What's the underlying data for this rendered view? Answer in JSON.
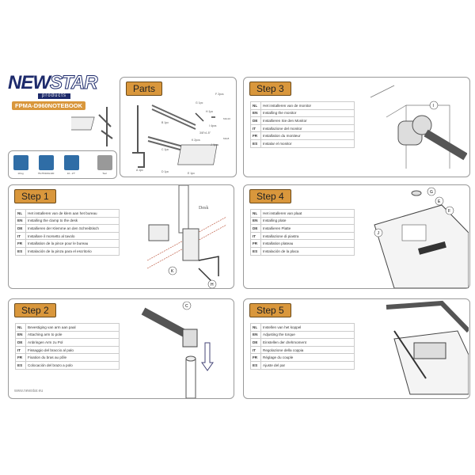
{
  "brand": {
    "name_part1": "NEW",
    "name_part2": "STAR",
    "sub": "products",
    "model": "FPMA-D960NOTEBOOK"
  },
  "specs": [
    {
      "icon": "weight-icon",
      "label": "10 kg"
    },
    {
      "icon": "vesa-icon",
      "label": "75x75/100x100"
    },
    {
      "icon": "screen-size-icon",
      "label": "10 - 27\""
    },
    {
      "icon": "screwdriver-icon",
      "label": "Tool"
    }
  ],
  "parts": {
    "title": "Parts",
    "labels": [
      "A 1pc",
      "B 1pc",
      "C 1pc",
      "D 1pc",
      "E 1pc",
      "F 2pcs",
      "G 1pc",
      "H 1pc",
      "I 4pcs",
      "J 4pcs",
      "K 2pcs"
    ],
    "notes": [
      "3/8\"x1.5\"",
      "M4x10",
      "M4x8"
    ]
  },
  "steps": [
    {
      "title": "Step 1",
      "rows": [
        [
          "NL",
          "Het installeren van de klem aan het bureau"
        ],
        [
          "EN",
          "Installing the clamp to the desk"
        ],
        [
          "DE",
          "Installieren der Klemme an den Schreibtisch"
        ],
        [
          "IT",
          "Installare il morsetto al tavolo"
        ],
        [
          "FR",
          "Installation de la pince pour le bureau"
        ],
        [
          "ES",
          "Instalación de la pinza para el escritorio"
        ]
      ],
      "callouts": [
        "Desk",
        "K",
        "H"
      ]
    },
    {
      "title": "Step 2",
      "rows": [
        [
          "NL",
          "Bevestiging van arm aan paal"
        ],
        [
          "EN",
          "Attaching arm to pole"
        ],
        [
          "DE",
          "Anbringen Arm zu Pol"
        ],
        [
          "IT",
          "Fissaggio del braccio al palo"
        ],
        [
          "FR",
          "Fixation du bras au pôle"
        ],
        [
          "ES",
          "Colocación del brazo a polo"
        ]
      ],
      "callouts": [
        "C"
      ]
    },
    {
      "title": "Step 3",
      "rows": [
        [
          "NL",
          "Het installeren van de monitor"
        ],
        [
          "EN",
          "Installing the monitor"
        ],
        [
          "DE",
          "Installieren Sie den Monitor"
        ],
        [
          "IT",
          "Installazione del monitor"
        ],
        [
          "FR",
          "Installation du moniteur"
        ],
        [
          "ES",
          "Instalar el monitor"
        ]
      ],
      "callouts": [
        "I"
      ]
    },
    {
      "title": "Step 4",
      "rows": [
        [
          "NL",
          "Het installeren van plaat"
        ],
        [
          "EN",
          "Installing plate"
        ],
        [
          "DE",
          "Installieren Platte"
        ],
        [
          "IT",
          "Installazione di piastra"
        ],
        [
          "FR",
          "Installation plateau"
        ],
        [
          "ES",
          "Instalación de la placa"
        ]
      ],
      "callouts": [
        "G",
        "E",
        "F",
        "J"
      ]
    },
    {
      "title": "Step 5",
      "rows": [
        [
          "NL",
          "Instellen van het koppel"
        ],
        [
          "EN",
          "Adjusting the torque"
        ],
        [
          "DE",
          "Einstellen der drehmoment"
        ],
        [
          "IT",
          "Regolazione della coppia"
        ],
        [
          "FR",
          "Réglage du couple"
        ],
        [
          "ES",
          "Ajuste del par"
        ]
      ],
      "callouts": []
    }
  ],
  "footer": {
    "url": "www.newstar.eu"
  }
}
